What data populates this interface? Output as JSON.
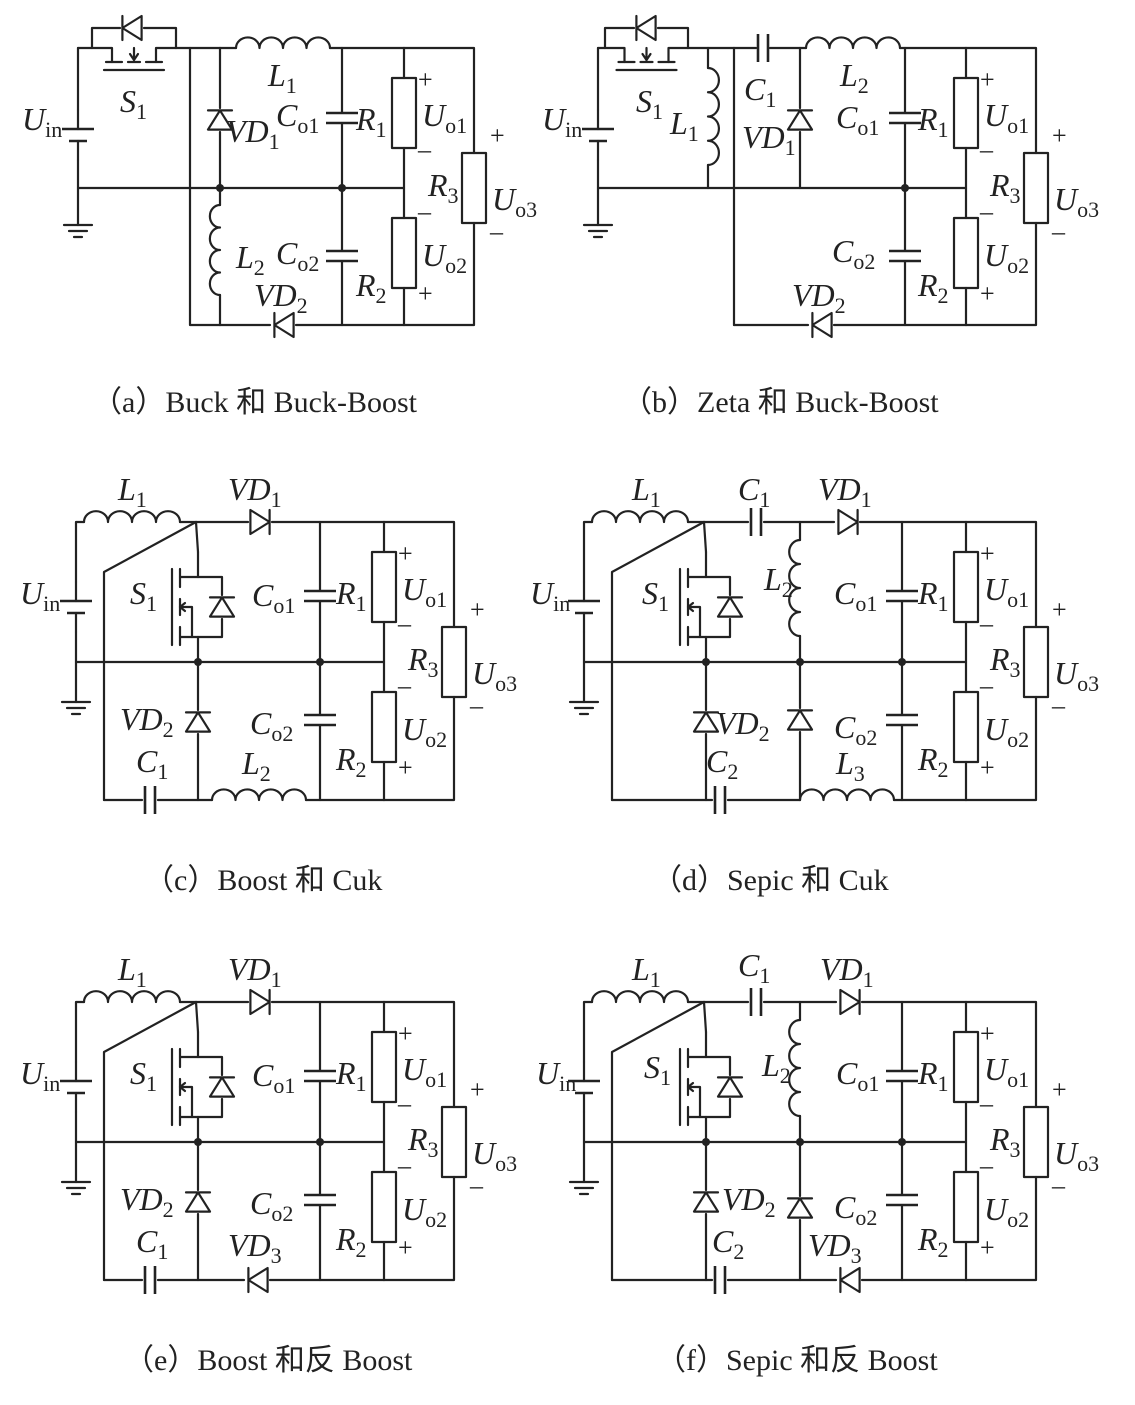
{
  "panels": [
    {
      "id": "a",
      "caption": "（a）Buck 和 Buck-Boost",
      "labels": [
        {
          "t": "U",
          "s": "in"
        },
        {
          "t": "S",
          "s": "1"
        },
        {
          "t": "L",
          "s": "1"
        },
        {
          "t": "VD",
          "s": "1"
        },
        {
          "t": "C",
          "s": "o1"
        },
        {
          "t": "R",
          "s": "1"
        },
        {
          "t": "U",
          "s": "o1"
        },
        {
          "t": "R",
          "s": "3"
        },
        {
          "t": "U",
          "s": "o3"
        },
        {
          "t": "L",
          "s": "2"
        },
        {
          "t": "C",
          "s": "o2"
        },
        {
          "t": "R",
          "s": "2"
        },
        {
          "t": "U",
          "s": "o2"
        },
        {
          "t": "VD",
          "s": "2"
        }
      ]
    },
    {
      "id": "b",
      "caption": "（b）Zeta 和 Buck-Boost",
      "labels": [
        {
          "t": "U",
          "s": "in"
        },
        {
          "t": "S",
          "s": "1"
        },
        {
          "t": "L",
          "s": "1"
        },
        {
          "t": "C",
          "s": "1"
        },
        {
          "t": "VD",
          "s": "1"
        },
        {
          "t": "L",
          "s": "2"
        },
        {
          "t": "C",
          "s": "o1"
        },
        {
          "t": "R",
          "s": "1"
        },
        {
          "t": "U",
          "s": "o1"
        },
        {
          "t": "R",
          "s": "3"
        },
        {
          "t": "U",
          "s": "o3"
        },
        {
          "t": "C",
          "s": "o2"
        },
        {
          "t": "R",
          "s": "2"
        },
        {
          "t": "U",
          "s": "o2"
        },
        {
          "t": "VD",
          "s": "2"
        }
      ]
    },
    {
      "id": "c",
      "caption": "（c）Boost 和 Cuk",
      "labels": [
        {
          "t": "L",
          "s": "1"
        },
        {
          "t": "VD",
          "s": "1"
        },
        {
          "t": "U",
          "s": "in"
        },
        {
          "t": "S",
          "s": "1"
        },
        {
          "t": "C",
          "s": "o1"
        },
        {
          "t": "R",
          "s": "1"
        },
        {
          "t": "U",
          "s": "o1"
        },
        {
          "t": "R",
          "s": "3"
        },
        {
          "t": "U",
          "s": "o3"
        },
        {
          "t": "VD",
          "s": "2"
        },
        {
          "t": "C",
          "s": "1"
        },
        {
          "t": "C",
          "s": "o2"
        },
        {
          "t": "L",
          "s": "2"
        },
        {
          "t": "R",
          "s": "2"
        },
        {
          "t": "U",
          "s": "o2"
        }
      ]
    },
    {
      "id": "d",
      "caption": "（d）Sepic 和 Cuk",
      "labels": [
        {
          "t": "L",
          "s": "1"
        },
        {
          "t": "C",
          "s": "1"
        },
        {
          "t": "VD",
          "s": "1"
        },
        {
          "t": "U",
          "s": "in"
        },
        {
          "t": "S",
          "s": "1"
        },
        {
          "t": "L",
          "s": "2"
        },
        {
          "t": "C",
          "s": "o1"
        },
        {
          "t": "R",
          "s": "1"
        },
        {
          "t": "U",
          "s": "o1"
        },
        {
          "t": "R",
          "s": "3"
        },
        {
          "t": "U",
          "s": "o3"
        },
        {
          "t": "VD",
          "s": "2"
        },
        {
          "t": "C",
          "s": "o2"
        },
        {
          "t": "C",
          "s": "2"
        },
        {
          "t": "L",
          "s": "3"
        },
        {
          "t": "R",
          "s": "2"
        },
        {
          "t": "U",
          "s": "o2"
        }
      ]
    },
    {
      "id": "e",
      "caption": "（e）Boost 和反 Boost",
      "labels": [
        {
          "t": "L",
          "s": "1"
        },
        {
          "t": "VD",
          "s": "1"
        },
        {
          "t": "U",
          "s": "in"
        },
        {
          "t": "S",
          "s": "1"
        },
        {
          "t": "C",
          "s": "o1"
        },
        {
          "t": "R",
          "s": "1"
        },
        {
          "t": "U",
          "s": "o1"
        },
        {
          "t": "R",
          "s": "3"
        },
        {
          "t": "U",
          "s": "o3"
        },
        {
          "t": "VD",
          "s": "2"
        },
        {
          "t": "C",
          "s": "1"
        },
        {
          "t": "C",
          "s": "o2"
        },
        {
          "t": "VD",
          "s": "3"
        },
        {
          "t": "R",
          "s": "2"
        },
        {
          "t": "U",
          "s": "o2"
        }
      ]
    },
    {
      "id": "f",
      "caption": "（f）Sepic 和反 Boost",
      "labels": [
        {
          "t": "L",
          "s": "1"
        },
        {
          "t": "C",
          "s": "1"
        },
        {
          "t": "VD",
          "s": "1"
        },
        {
          "t": "U",
          "s": "in"
        },
        {
          "t": "S",
          "s": "1"
        },
        {
          "t": "L",
          "s": "2"
        },
        {
          "t": "C",
          "s": "o1"
        },
        {
          "t": "R",
          "s": "1"
        },
        {
          "t": "U",
          "s": "o1"
        },
        {
          "t": "R",
          "s": "3"
        },
        {
          "t": "U",
          "s": "o3"
        },
        {
          "t": "VD",
          "s": "2"
        },
        {
          "t": "C",
          "s": "o2"
        },
        {
          "t": "C",
          "s": "2"
        },
        {
          "t": "VD",
          "s": "3"
        },
        {
          "t": "R",
          "s": "2"
        },
        {
          "t": "U",
          "s": "o2"
        }
      ]
    }
  ]
}
